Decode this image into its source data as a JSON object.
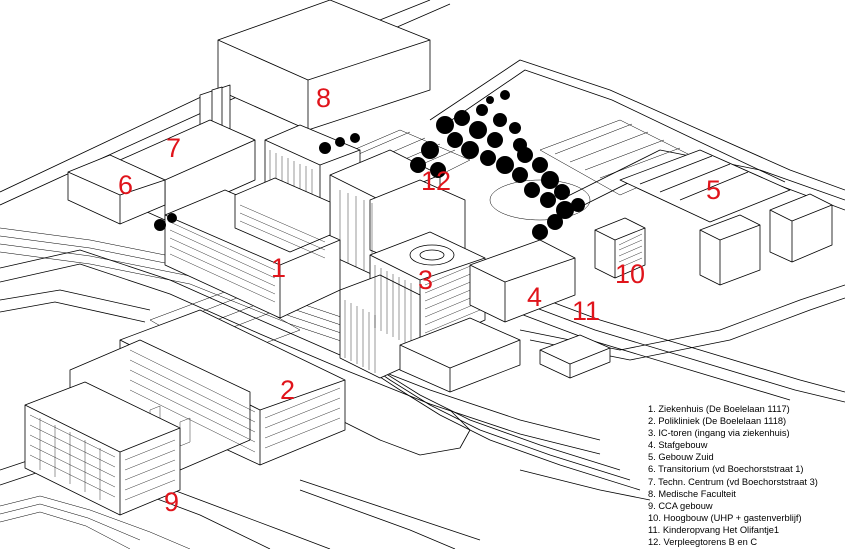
{
  "colors": {
    "marker": "#e0141b",
    "ink": "#000000",
    "background": "#ffffff"
  },
  "markers": [
    {
      "id": "m1",
      "text": "1"
    },
    {
      "id": "m2",
      "text": "2"
    },
    {
      "id": "m3",
      "text": "3"
    },
    {
      "id": "m4",
      "text": "4"
    },
    {
      "id": "m5",
      "text": "5"
    },
    {
      "id": "m6",
      "text": "6"
    },
    {
      "id": "m7",
      "text": "7"
    },
    {
      "id": "m8",
      "text": "8"
    },
    {
      "id": "m9",
      "text": "9"
    },
    {
      "id": "m10",
      "text": "10"
    },
    {
      "id": "m11",
      "text": "11"
    },
    {
      "id": "m12",
      "text": "12"
    }
  ],
  "legend": [
    "1. Ziekenhuis  (De Boelelaan 1117)",
    "2. Polikliniek  (De Boelelaan 1118)",
    "3. IC-toren (ingang via ziekenhuis)",
    "4. Stafgebouw",
    "5. Gebouw Zuid",
    "6. Transitorium (vd Boechorststraat 1)",
    "7. Techn. Centrum (vd Boechorststraat 3)",
    "8. Medische Faculteit",
    "9. CCA gebouw",
    "10. Hoogbouw (UHP + gastenverblijf)",
    "11. Kinderopvang Het Olifantje1",
    "12. Verpleegtorens B en C"
  ]
}
